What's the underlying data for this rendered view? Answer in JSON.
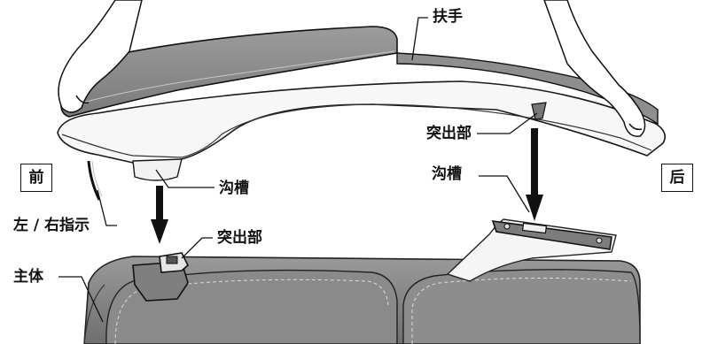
{
  "labels": {
    "armrest": "扶手",
    "protrusion_rear": "突出部",
    "front": "前",
    "rear": "后",
    "groove_rear": "沟槽",
    "groove_front": "沟槽",
    "lr_indicator": "左 / 右指示",
    "protrusion_front": "突出部",
    "main_body": "主体"
  }
}
